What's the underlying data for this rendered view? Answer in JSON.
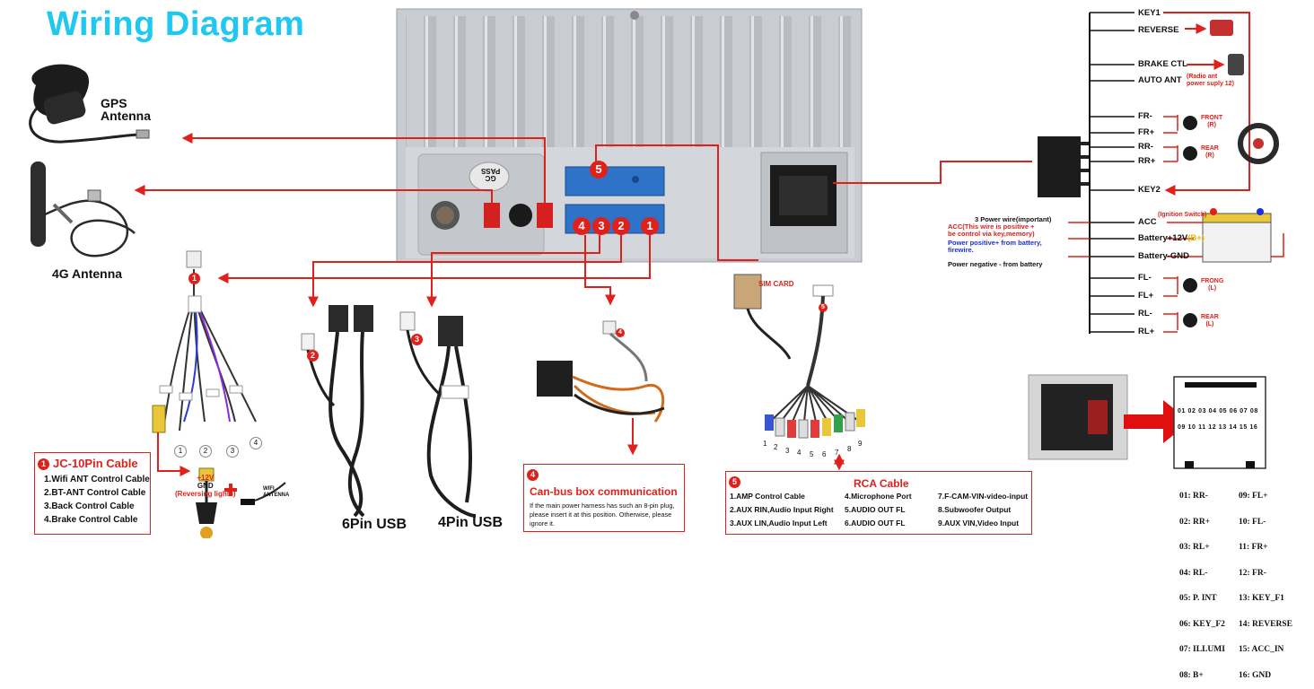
{
  "title": "Wiring Diagram",
  "antennas": {
    "gps": [
      "GPS",
      "Antenna"
    ],
    "g4": "4G Antenna"
  },
  "unit": {
    "sticker_top": "GC",
    "sticker_bottom": "PASS",
    "ports": [
      "5",
      "4",
      "3",
      "2",
      "1"
    ]
  },
  "usb": {
    "six_pin": "6Pin USB",
    "four_pin": "4Pin USB"
  },
  "sim_card": "SIM CARD",
  "cable_markers": [
    "1",
    "2",
    "3",
    "4",
    "5"
  ],
  "jc_leads": [
    "1",
    "2",
    "3",
    "4"
  ],
  "rca_leads": [
    "1",
    "2",
    "3",
    "4",
    "5",
    "6",
    "7",
    "8",
    "9"
  ],
  "reverse_cam": {
    "power": "+12V",
    "gnd": "GND",
    "note": "(Reversing lights)",
    "wifi": "WIFI ANTENNA"
  },
  "jc_box": {
    "num": "1",
    "title": "JC-10Pin Cable",
    "lines": [
      "1.Wifi ANT Control Cable",
      "2.BT-ANT Control Cable",
      "3.Back Control Cable",
      "4.Brake Control Cable"
    ]
  },
  "canbus_box": {
    "num": "4",
    "title": "Can-bus box communication",
    "text": "If the main power harness has such an 8-pin plug, please insert it at this position.  Otherwise, please ignore it."
  },
  "rca_box": {
    "num": "5",
    "title": "RCA Cable",
    "col1": [
      "1.AMP Control Cable",
      "2.AUX RIN,Audio Input Right",
      "3.AUX LIN,Audio Input Left"
    ],
    "col2": [
      "4.Microphone Port",
      "5.AUDIO OUT FL",
      "6.AUDIO OUT FL"
    ],
    "col3": [
      "7.F-CAM-VIN-video-input",
      "8.Subwoofer Output",
      "9.AUX VIN,Video Input"
    ]
  },
  "harness": {
    "labels": [
      "KEY1",
      "REVERSE",
      "BRAKE CTL",
      "AUTO ANT",
      "FR-",
      "FR+",
      "RR-",
      "RR+",
      "KEY2",
      "ACC",
      "Battery+12V",
      "Battery-GND",
      "FL-",
      "FL+",
      "RL-",
      "RL+"
    ],
    "battery_suffix": "(B+)",
    "auto_ant_note": [
      "(Radio ant",
      "power suply 12)"
    ],
    "speakers": {
      "front_r": [
        "FRONT",
        "(R)"
      ],
      "rear_r": [
        "REAR",
        "(R)"
      ],
      "front_l": [
        "FRONG",
        "(L)"
      ],
      "rear_l": [
        "REAR",
        "(L)"
      ]
    },
    "ignition": "(Ignition Switch)",
    "power_title": "3 Power wire(important)",
    "acc_note": [
      "ACC(This wire is positive +",
      "be control via key,memory)"
    ],
    "power_positive": [
      "Power positive+ from battery,",
      "firewire."
    ],
    "power_negative": "Power negative - from battery"
  },
  "pinout": {
    "top_row": [
      "01",
      "02",
      "03",
      "04",
      "05",
      "06",
      "07",
      "08"
    ],
    "bottom_row": [
      "09",
      "10",
      "11",
      "12",
      "13",
      "14",
      "15",
      "16"
    ],
    "left": [
      [
        "01:",
        "RR-"
      ],
      [
        "02:",
        "RR+"
      ],
      [
        "03:",
        "RL+"
      ],
      [
        "04:",
        "RL-"
      ],
      [
        "05:",
        "P. INT"
      ],
      [
        "06:",
        "KEY_F2"
      ],
      [
        "07:",
        "ILLUMI"
      ],
      [
        "08:",
        "B+"
      ]
    ],
    "right": [
      [
        "09:",
        "FL+"
      ],
      [
        "10:",
        "FL-"
      ],
      [
        "11:",
        "FR+"
      ],
      [
        "12:",
        "FR-"
      ],
      [
        "13:",
        "KEY_F1"
      ],
      [
        "14:",
        "REVERSE"
      ],
      [
        "15:",
        "ACC_IN"
      ],
      [
        "16:",
        "GND"
      ]
    ]
  },
  "colors": {
    "title": "#1ec8f0",
    "accent_red": "#e0201a",
    "wire_blue": "#1a2fd8",
    "unit_gray": "#c9ccd1",
    "connector_blue": "#2f73c9"
  }
}
